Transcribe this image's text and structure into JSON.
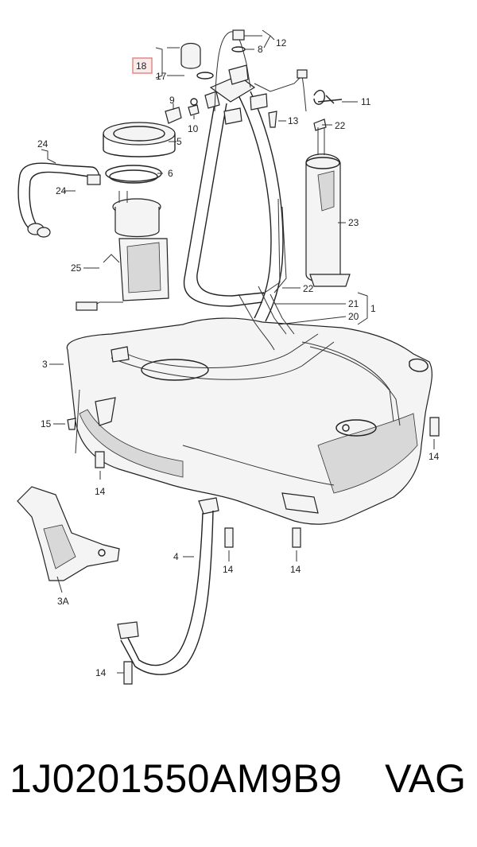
{
  "labels": {
    "l12": "12",
    "l8": "8",
    "l18": "18",
    "l17": "17",
    "l11": "11",
    "l9": "9",
    "l10": "10",
    "l13": "13",
    "l22a": "22",
    "l5": "5",
    "l24a": "24",
    "l24b": "24",
    "l6": "6",
    "l23": "23",
    "l25": "25",
    "l22b": "22",
    "l21": "21",
    "l1": "1",
    "l20": "20",
    "l3": "3",
    "l15": "15",
    "l14a": "14",
    "l14b": "14",
    "l14c": "14",
    "l14d": "14",
    "l14e": "14",
    "l4": "4",
    "l3a": "3A"
  },
  "footer": {
    "part_number": "1J0201550AM9B9",
    "brand": "VAG"
  },
  "colors": {
    "highlight_box": "#e08a8a",
    "highlight_fill": "#fbeaea"
  }
}
